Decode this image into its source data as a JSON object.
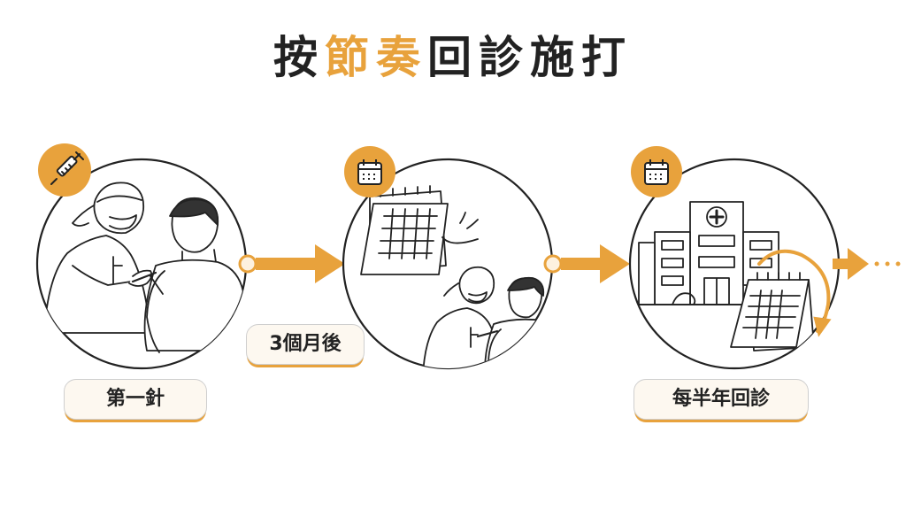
{
  "title": {
    "part1": "按",
    "highlight": "節奏",
    "part2": "回診施打"
  },
  "steps": [
    {
      "label": "第一針",
      "badge_icon": "syringe-icon",
      "scene": "nurse-vaccinating-patient"
    },
    {
      "label": "3個月後",
      "badge_icon": "calendar-icon",
      "scene": "calendar-and-second-vaccination"
    },
    {
      "label": "每半年回診",
      "badge_icon": "calendar-icon",
      "scene": "hospital-with-cycling-calendar"
    }
  ],
  "colors": {
    "accent": "#e8a23c",
    "badge_fill": "#e8a23c",
    "line": "#222222",
    "label_bg": "#fdf8f0"
  }
}
